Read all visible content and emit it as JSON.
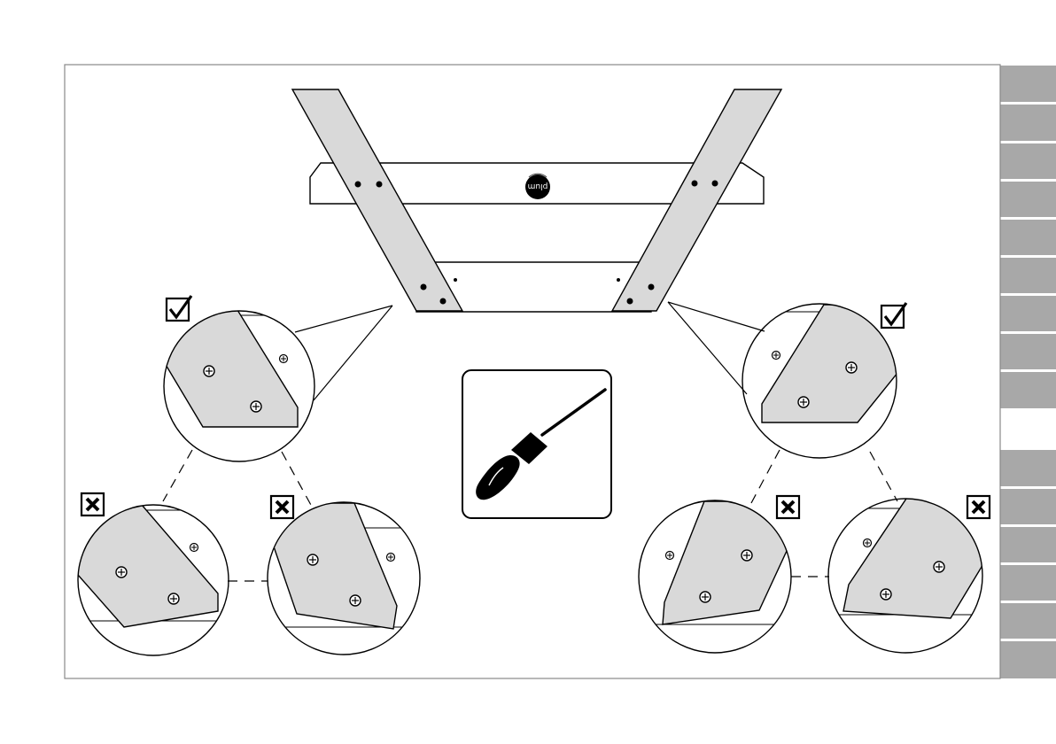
{
  "diagram": {
    "logo_text": "plum",
    "tool": "screwdriver-icon",
    "details": [
      {
        "id": "left-correct",
        "status": "correct"
      },
      {
        "id": "left-wrong-1",
        "status": "incorrect"
      },
      {
        "id": "left-wrong-2",
        "status": "incorrect"
      },
      {
        "id": "right-correct",
        "status": "correct"
      },
      {
        "id": "right-wrong-1",
        "status": "incorrect"
      },
      {
        "id": "right-wrong-2",
        "status": "incorrect"
      }
    ]
  },
  "side_tabs": {
    "count_top": 9,
    "count_bottom": 6,
    "color": "#a8a8a8"
  },
  "colors": {
    "part_fill": "#d9d9d9",
    "stroke": "#000000",
    "frame": "#888888"
  }
}
